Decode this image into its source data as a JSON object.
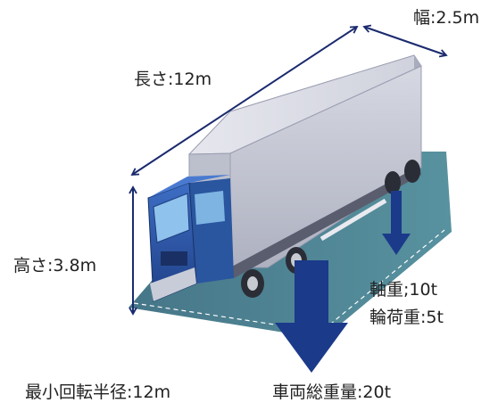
{
  "labels": {
    "width": "幅:2.5m",
    "length": "長さ:12m",
    "height": "高さ:3.8m",
    "axle_load": "軸重;10t",
    "wheel_load": "輪荷重:5t",
    "min_turning_radius": "最小回転半径:12m",
    "gross_weight": "車両総重量:20t"
  },
  "colors": {
    "dimension_arrow": "#1a2a6e",
    "load_arrow": "#1b3a8a",
    "truck_cab": "#2e5bb0",
    "truck_box": "#c9cbd6",
    "ground_plate": "#3f7a8a"
  }
}
